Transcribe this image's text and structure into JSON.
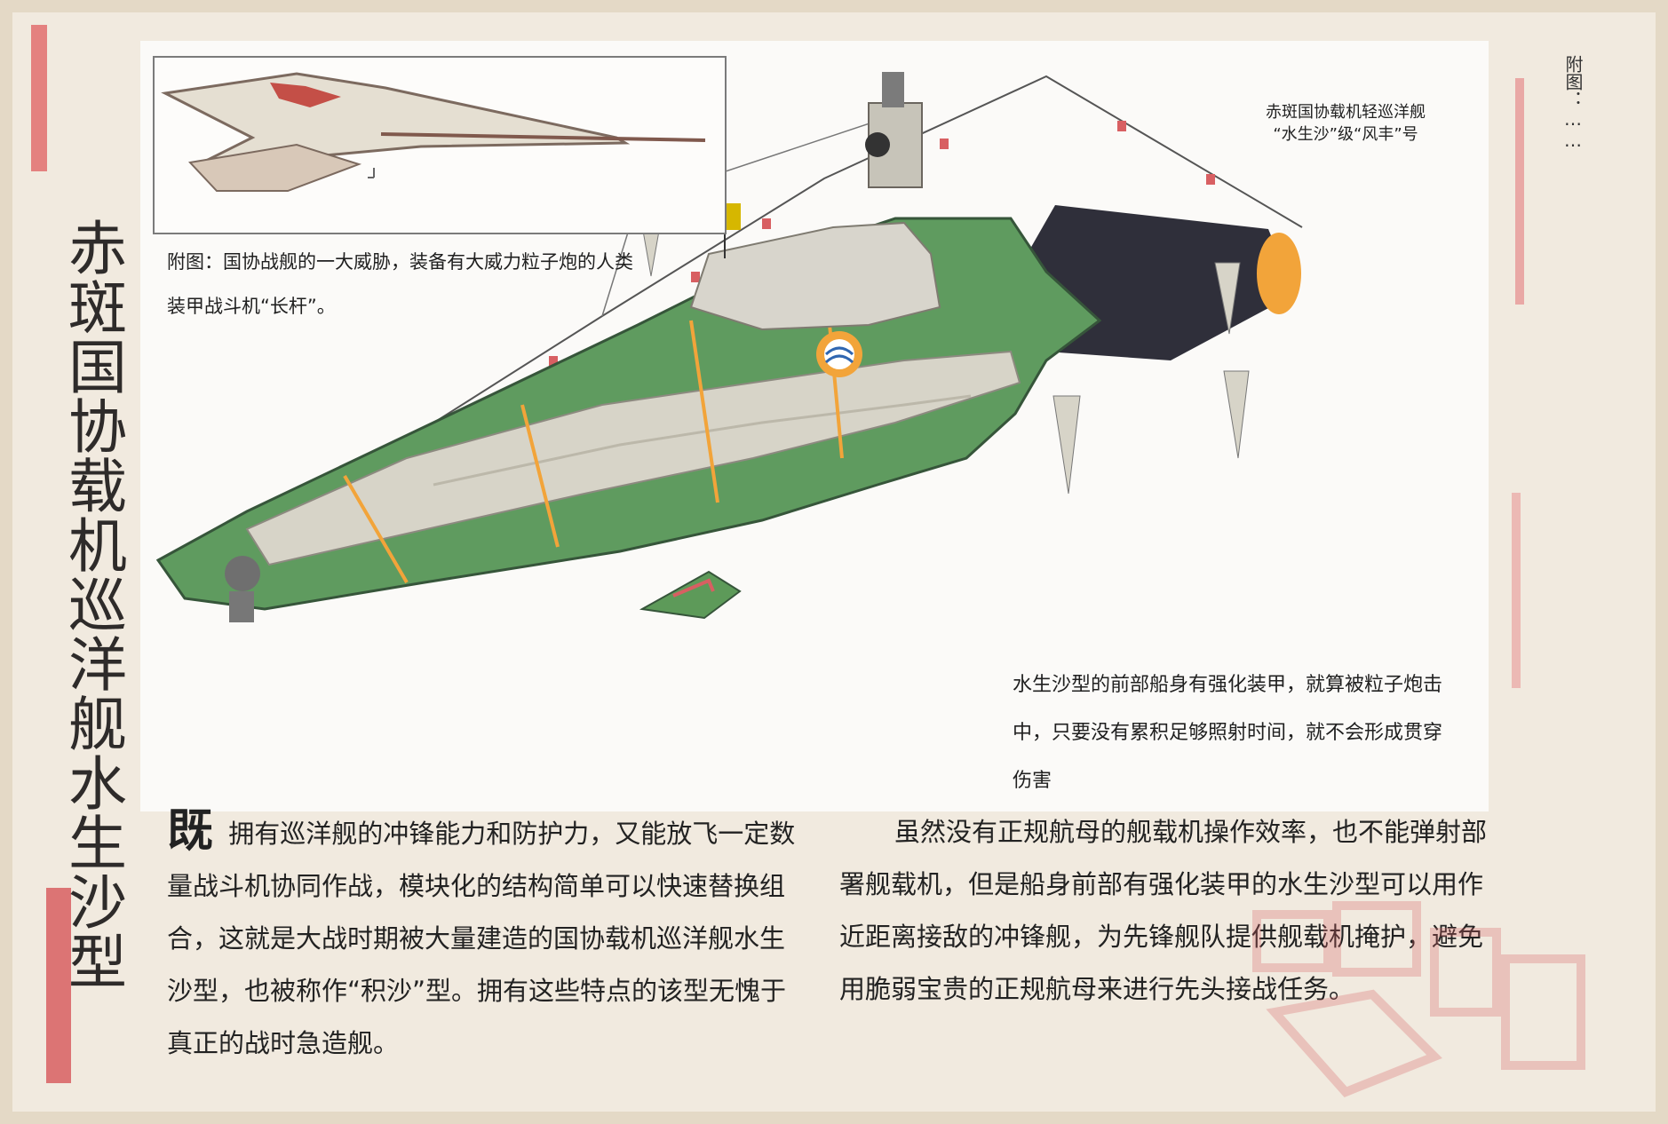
{
  "title": "赤斑国协载机巡洋舰水生沙型",
  "side_note": "附图：……",
  "inset_caption": "附图：国协战舰的一大威胁，装备有大威力粒子炮的人类装甲战斗机“长杆”。",
  "ship_caption": {
    "line1": "赤斑国协载机轻巡洋舰",
    "line2": "“水生沙”级“风丰”号"
  },
  "armor_caption": "水生沙型的前部船身有强化装甲，就算被粒子炮击中，只要没有累积足够照射时间，就不会形成贯穿伤害",
  "body_left": {
    "dropcap": "既",
    "text": "拥有巡洋舰的冲锋能力和防护力，又能放飞一定数量战斗机协同作战，模块化的结构简单可以快速替换组合，这就是大战时期被大量建造的国协载机巡洋舰水生沙型，也被称作“积沙”型。拥有这些特点的该型无愧于真正的战时急造舰。"
  },
  "body_right": {
    "text": "虽然没有正规航母的舰载机操作效率，也不能弹射部署舰载机，但是船身前部有强化装甲的水生沙型可以用作近距离接敌的冲锋舰，为先锋舰队提供舰载机掩护，避免用脆弱宝贵的正规航母来进行先头接战任务。"
  },
  "colors": {
    "hull_green": "#5f9b5f",
    "hull_green_dark": "#3f6f45",
    "armor_white": "#d7d4c8",
    "orange": "#f2a43a",
    "accent_red": "#d85f62"
  },
  "icons": [
    "cruiser-illustration",
    "fighter-illustration",
    "emblem-icon",
    "flag-icon"
  ]
}
